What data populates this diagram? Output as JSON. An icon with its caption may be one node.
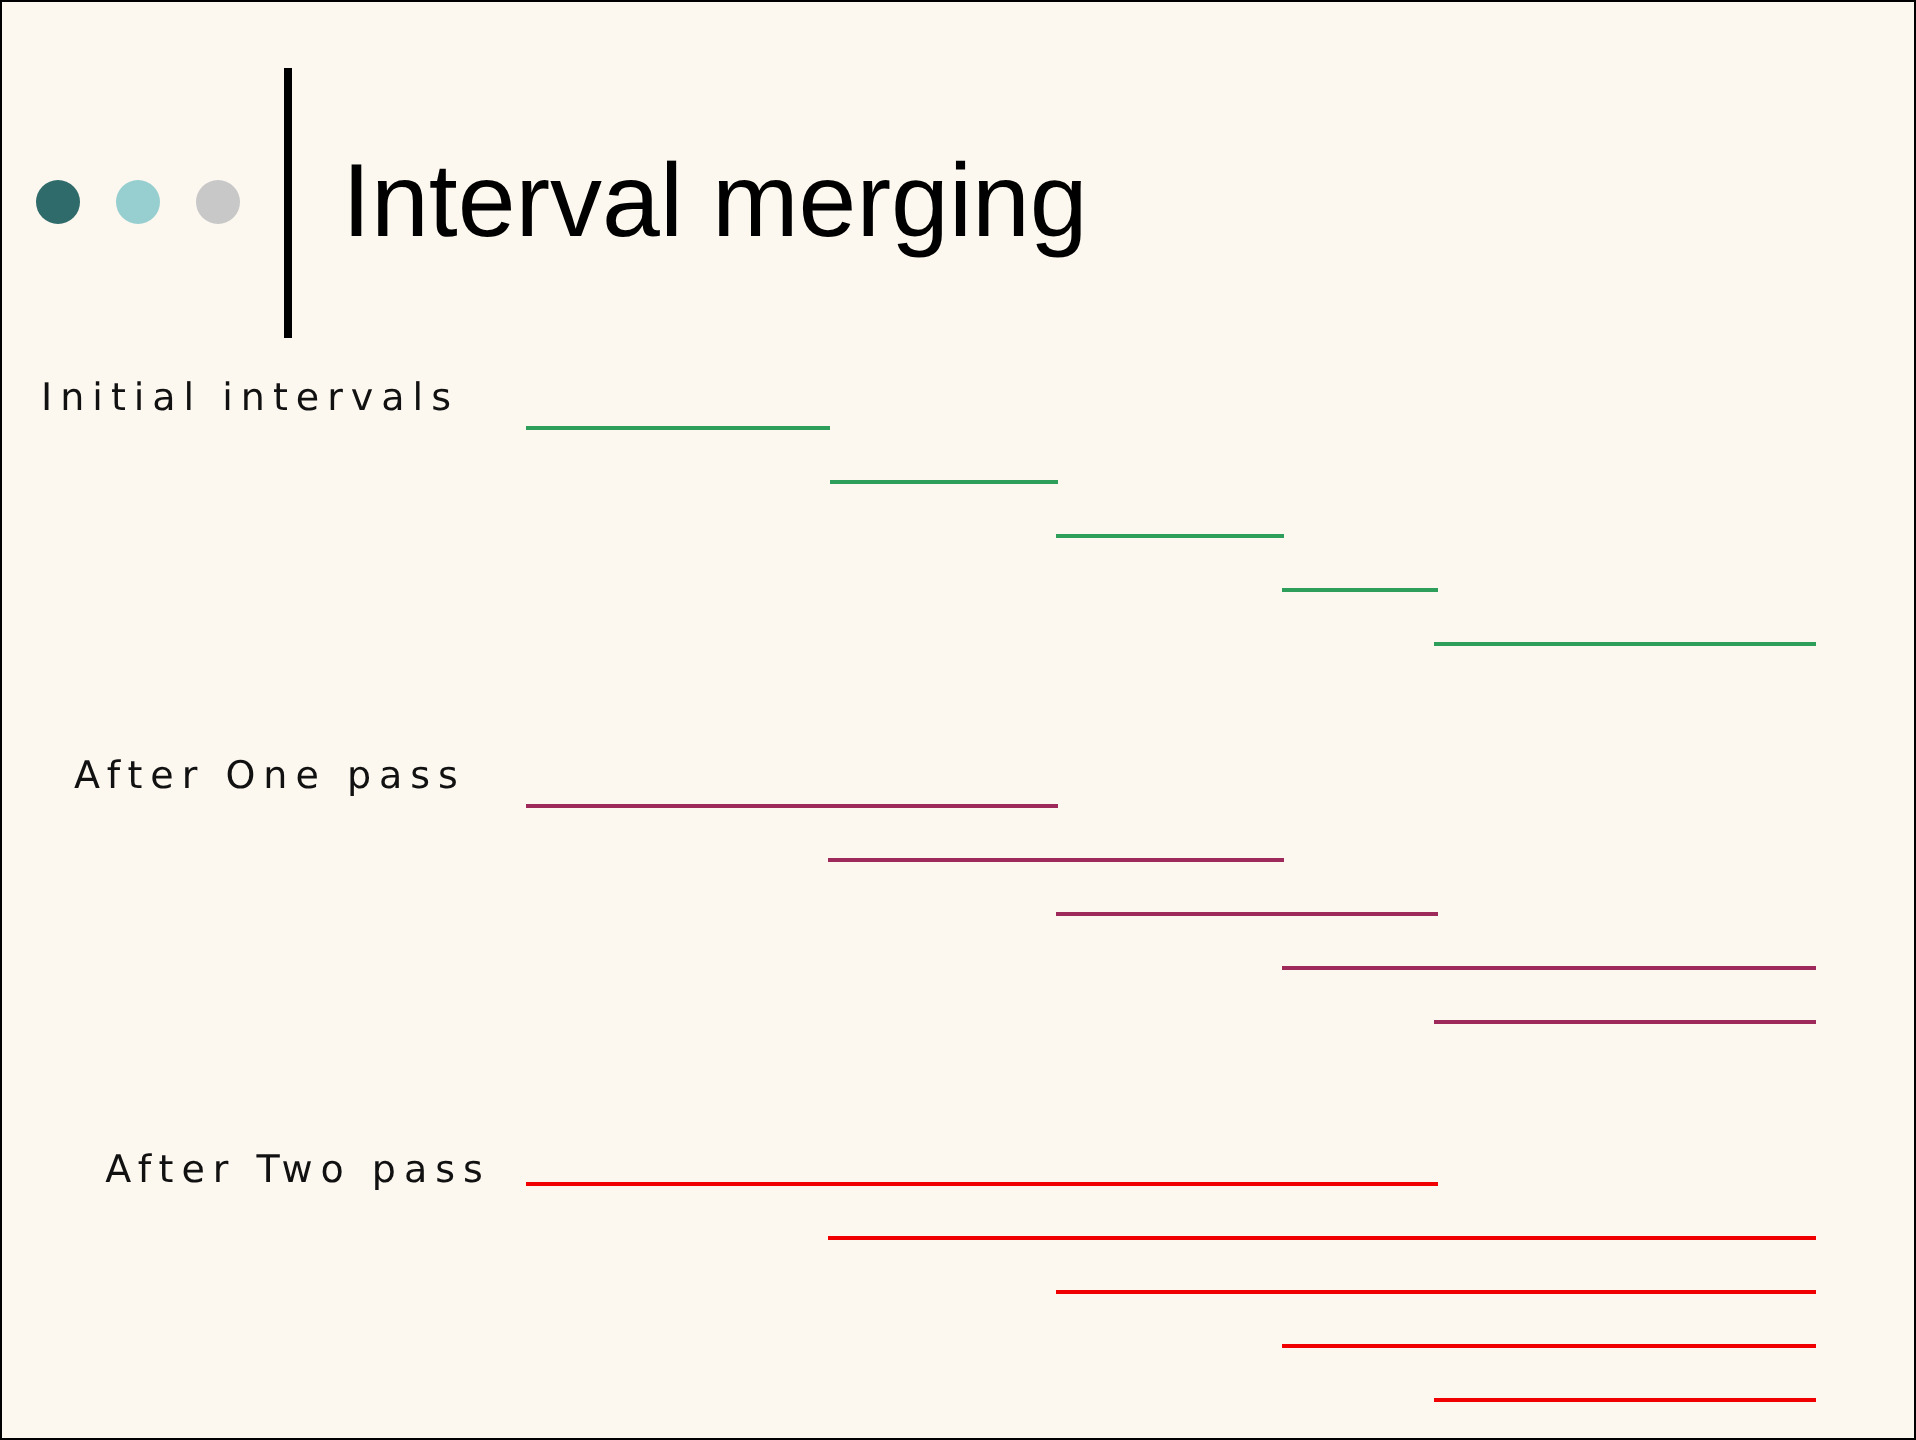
{
  "diagram": {
    "title": "Interval merging",
    "labels": [
      "Initial intervals",
      "After One pass",
      "After Two pass"
    ]
  }
}
